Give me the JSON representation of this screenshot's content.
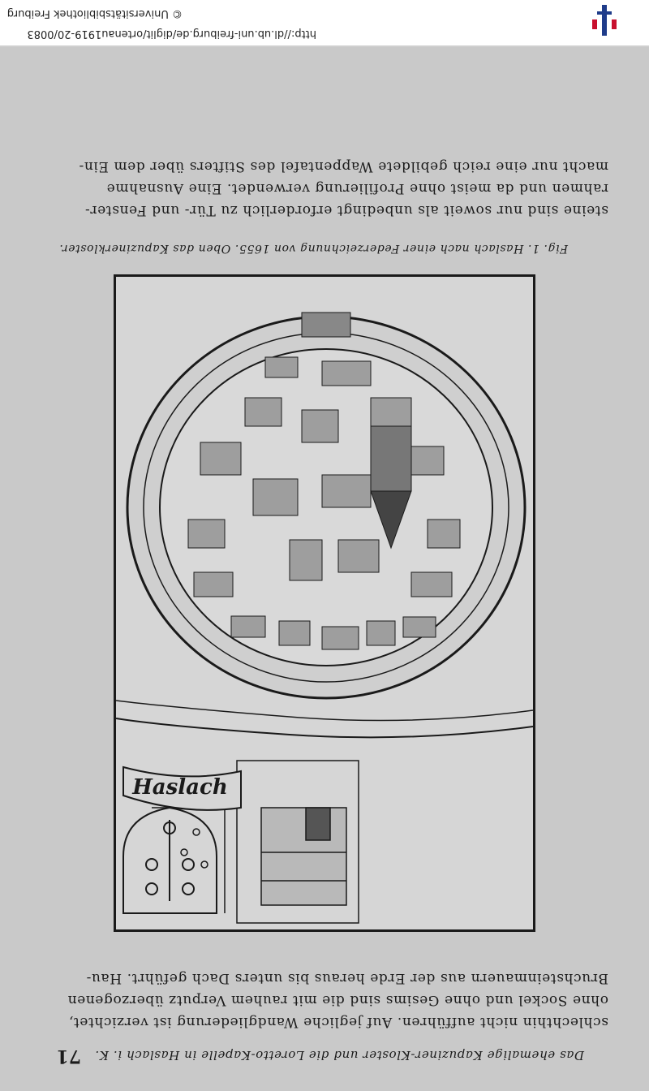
{
  "header": {
    "running_title": "Das ehemalige Kapuziner-Kloster und die Loretto-Kapelle in Haslach i. K.",
    "page_number": "71"
  },
  "body_top": [
    "schlechthin nicht aufführen. Auf jegliche Wandgliederung ist verzichtet,",
    "ohne Sockel und ohne Gesims sind die mit rauhem Verputz überzogenen",
    "Bruchsteinmauern aus der Erde heraus bis unters Dach geführt. Hau-"
  ],
  "figure": {
    "map_label": "Haslach",
    "caption": "Fig. 1. Haslach nach einer Federzeichnung von 1655. Oben das Kapuzinerkloster."
  },
  "body_bottom": [
    "steine sind nur soweit als unbedingt erforderlich zu Tür- und Fenster-",
    "rahmen und da meist ohne Profilierung verwendet. Eine Ausnahme",
    "macht nur eine reich gebildete Wappentafel des Stifters über dem Ein-"
  ],
  "footer": {
    "url": "http://dl.ub.uni-freiburg.de/diglit/ortenau1919-20/0083",
    "copyright": "© Universitätsbibliothek Freiburg"
  },
  "colors": {
    "page_bg": "#c9c9c9",
    "ink": "#1b1b1b",
    "logo_red": "#c8102e",
    "logo_blue": "#1f3c8a"
  }
}
